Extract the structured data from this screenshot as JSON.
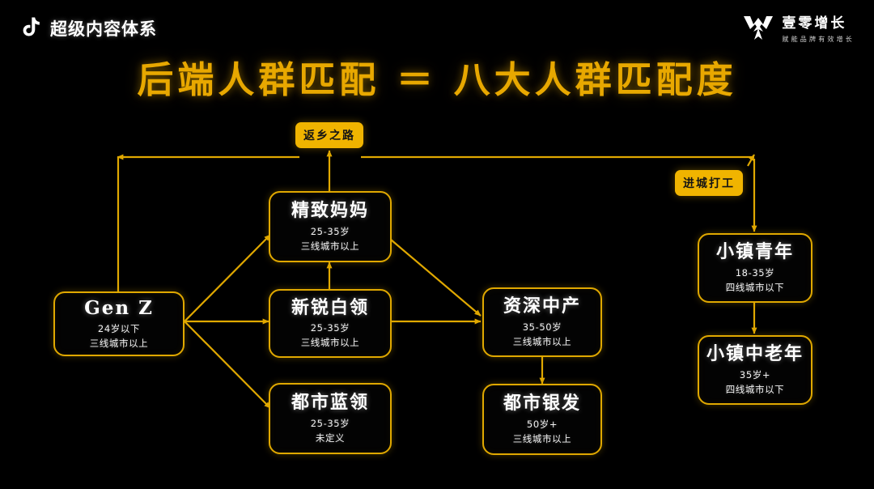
{
  "header": {
    "brand_label": "超级内容体系",
    "tiktok_icon": "tiktok-note-icon",
    "logo_name": "壹零增长",
    "logo_tagline": "赋能品牌有效增长",
    "logo_icon": "company-mark-icon"
  },
  "title": "后端人群匹配 ＝ 八大人群匹配度",
  "colors": {
    "background": "#000000",
    "accent_gold": "#e0a800",
    "pill_yellow": "#f0b400",
    "title_gold": "#e8a800",
    "text_white": "#ffffff"
  },
  "pills": [
    {
      "id": "return-home",
      "label": "返乡之路"
    },
    {
      "id": "go-to-city",
      "label": "进城打工"
    }
  ],
  "nodes": [
    {
      "id": "gen-z",
      "title": "Gen Z",
      "age": "24岁以下",
      "tier": "三线城市以上"
    },
    {
      "id": "refined-mom",
      "title": "精致妈妈",
      "age": "25-35岁",
      "tier": "三线城市以上"
    },
    {
      "id": "new-whitecollar",
      "title": "新锐白领",
      "age": "25-35岁",
      "tier": "三线城市以上"
    },
    {
      "id": "urban-bluecollar",
      "title": "都市蓝领",
      "age": "25-35岁",
      "tier": "未定义"
    },
    {
      "id": "senior-middle",
      "title": "资深中产",
      "age": "35-50岁",
      "tier": "三线城市以上"
    },
    {
      "id": "urban-silver",
      "title": "都市银发",
      "age": "50岁+",
      "tier": "三线城市以上"
    },
    {
      "id": "town-youth",
      "title": "小镇青年",
      "age": "18-35岁",
      "tier": "四线城市以下"
    },
    {
      "id": "town-elder",
      "title": "小镇中老年",
      "age": "35岁+",
      "tier": "四线城市以下"
    }
  ],
  "edges": [
    {
      "from": "gen-z",
      "to": "refined-mom"
    },
    {
      "from": "gen-z",
      "to": "new-whitecollar"
    },
    {
      "from": "gen-z",
      "to": "urban-bluecollar"
    },
    {
      "from": "refined-mom",
      "to": "senior-middle"
    },
    {
      "from": "new-whitecollar",
      "to": "senior-middle"
    },
    {
      "from": "senior-middle",
      "to": "urban-silver"
    },
    {
      "from": "refined-mom",
      "to": "return-home"
    },
    {
      "from": "return-home",
      "to": "gen-z"
    },
    {
      "from": "go-to-city",
      "to": "town-youth"
    },
    {
      "from": "town-youth",
      "to": "town-elder"
    }
  ]
}
